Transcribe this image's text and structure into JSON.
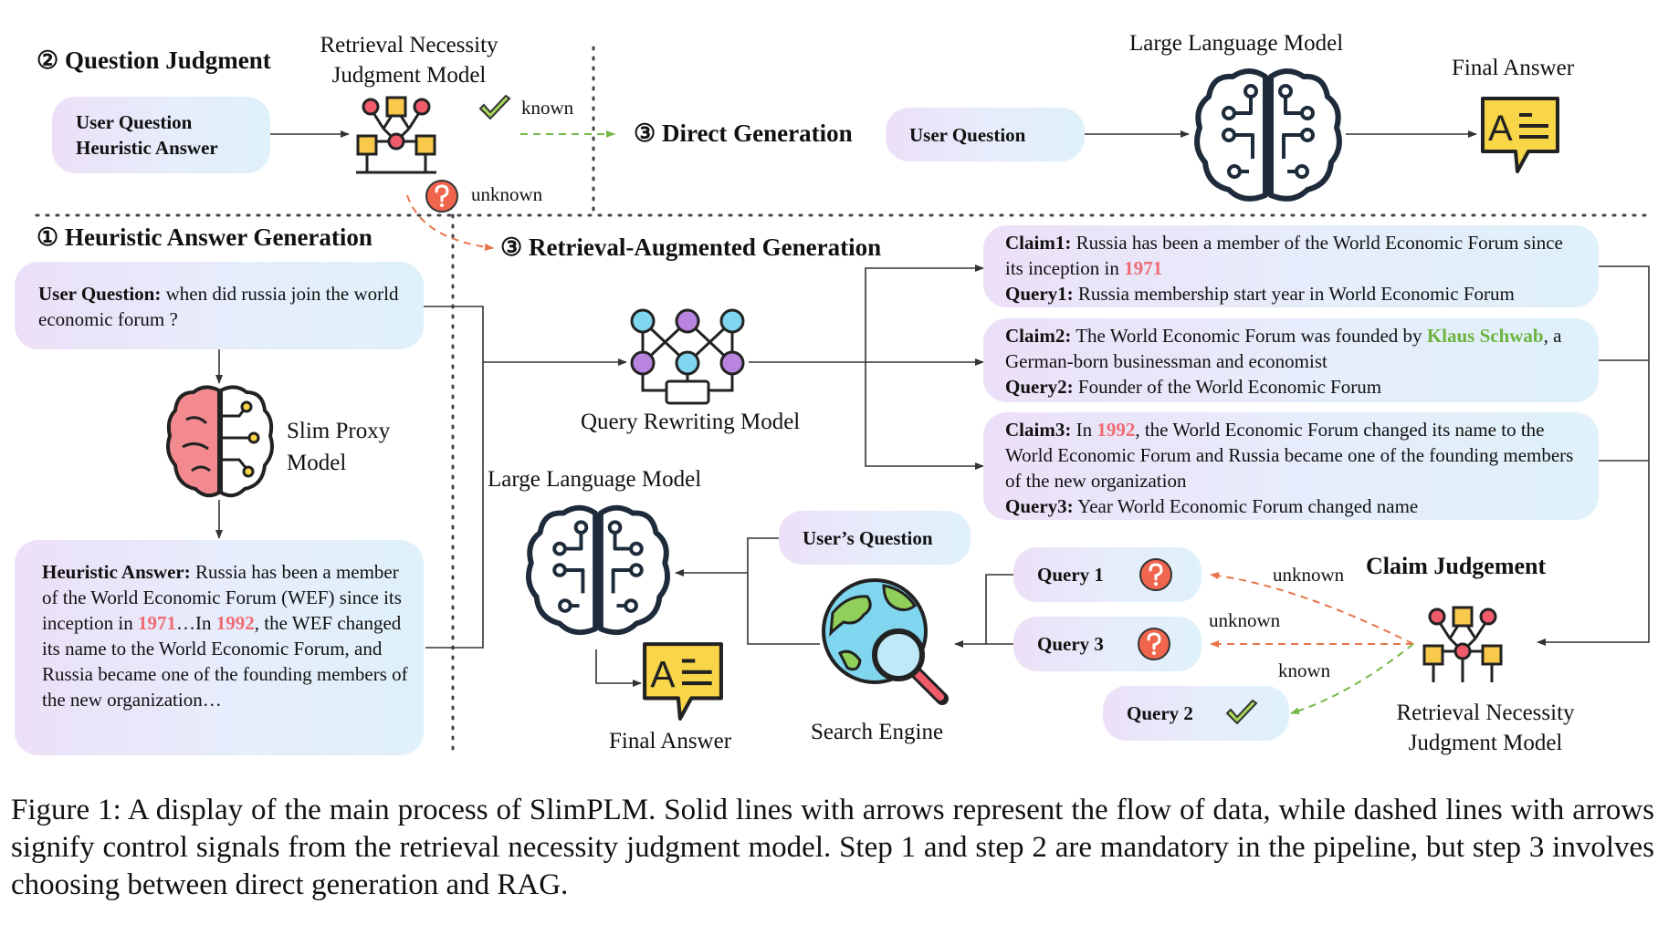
{
  "labels": {
    "question_judgment": "② Question Judgment",
    "heuristic_generation": "① Heuristic Answer Generation",
    "direct_generation": "③ Direct Generation",
    "rag": "③ Retrieval-Augmented Generation",
    "rnj_model_top_line1": "Retrieval Necessity",
    "rnj_model_top_line2": "Judgment Model",
    "llm_top": "Large Language Model",
    "final_answer_top": "Final Answer",
    "slim_proxy_line1": "Slim Proxy",
    "slim_proxy_line2": "Model",
    "query_rewriting_model": "Query Rewriting Model",
    "llm_bottom": "Large Language Model",
    "final_answer_bottom": "Final Answer",
    "search_engine": "Search Engine",
    "claim_judgement": "Claim Judgement",
    "rnj_model_bottom_line1": "Retrieval Necessity",
    "rnj_model_bottom_line2": "Judgment Model",
    "known": "known",
    "unknown": "unknown"
  },
  "boxes": {
    "qj_input_line1": "User Question",
    "qj_input_line2": "Heuristic Answer",
    "direct_input": "User Question",
    "user_question_label": "User Question:",
    "user_question_text": " when did russia join the world economic forum ?",
    "heuristic_label": "Heuristic Answer:",
    "heuristic_text_1": " Russia has been a member of the World Economic Forum (WEF) since its inception in ",
    "heuristic_year_1": "1971",
    "heuristic_text_2": "…In ",
    "heuristic_year_2": "1992",
    "heuristic_text_3": ", the WEF changed its name to the World Economic Forum, and Russia became one of the founding members of the new organization…",
    "users_question": "User’s Question"
  },
  "claims": [
    {
      "claim_label": "Claim1:",
      "claim_pre": " Russia has been a member of the World Economic Forum since its inception in ",
      "claim_hl": "1971",
      "claim_post": "",
      "query_label": "Query1:",
      "query_text": " Russia membership start year in World Economic Forum"
    },
    {
      "claim_label": "Claim2:",
      "claim_pre": " The World Economic Forum was founded by ",
      "claim_hl": "Klaus Schwab",
      "claim_post": ", a German-born businessman and economist",
      "query_label": "Query2:",
      "query_text": " Founder of the World Economic Forum"
    },
    {
      "claim_label": "Claim3:",
      "claim_pre": " In ",
      "claim_hl": "1992",
      "claim_post": ", the World Economic Forum changed its name to the World Economic Forum and Russia became one of the founding members of the new organization",
      "query_label": "Query3:",
      "query_text": " Year World Economic Forum changed name"
    }
  ],
  "queries": [
    {
      "label": "Query 1",
      "status": "unknown",
      "icon": "question-icon"
    },
    {
      "label": "Query 3",
      "status": "unknown",
      "icon": "question-icon"
    },
    {
      "label": "Query 2",
      "status": "known",
      "icon": "checkmark-icon"
    }
  ],
  "caption": "Figure 1: A display of the main process of SlimPLM. Solid lines with arrows represent the flow of data, while dashed lines with arrows signify control signals from the retrieval necessity judgment model. Step 1 and step 2 are mandatory in the pipeline, but step 3 involves choosing between direct generation and RAG.",
  "colors": {
    "data_line": "#333333",
    "control_known": "#77b84a",
    "control_unknown": "#e8744a",
    "highlight_red": "#ef6b73",
    "highlight_green": "#6cb33f",
    "box_gradient": [
      "#ece0f8",
      "#dff1fa"
    ],
    "judge_node_yellow": "#f8c94a",
    "judge_node_red": "#ef5b6b",
    "rewrite_node_purple": "#b983e0",
    "rewrite_node_blue": "#7fd6ee",
    "answer_yellow": "#f9d648"
  }
}
